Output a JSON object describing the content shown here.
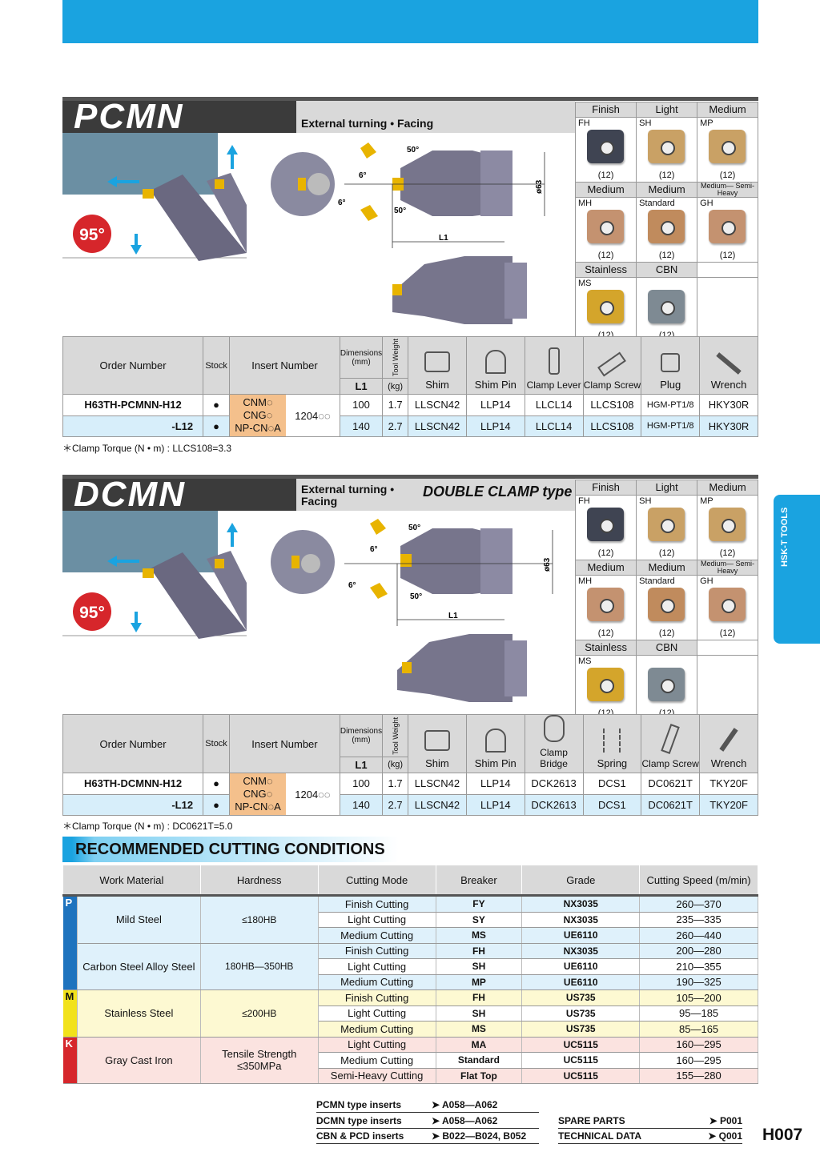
{
  "side_tab": "HSK-T TOOLS",
  "inserts": {
    "headers1": [
      "Finish",
      "Light",
      "Medium"
    ],
    "row1": [
      {
        "code": "FH",
        "qty": "(12)",
        "color": "#3f4452"
      },
      {
        "code": "SH",
        "qty": "(12)",
        "color": "#c9a165"
      },
      {
        "code": "MP",
        "qty": "(12)",
        "color": "#c9a165"
      }
    ],
    "headers2": [
      "Medium",
      "Medium",
      "Medium— Semi-Heavy"
    ],
    "row2": [
      {
        "code": "MH",
        "qty": "(12)",
        "color": "#c49270"
      },
      {
        "code": "Standard",
        "qty": "(12)",
        "color": "#c08b5d"
      },
      {
        "code": "GH",
        "qty": "(12)",
        "color": "#c49270"
      }
    ],
    "headers3": [
      "Stainless",
      "CBN",
      ""
    ],
    "row3": [
      {
        "code": "MS",
        "qty": "(12)",
        "color": "#d4a52b"
      },
      {
        "code": "",
        "qty": "(12)",
        "color": "#7e8a93"
      },
      {
        "code": "",
        "qty": "",
        "color": ""
      }
    ]
  },
  "pcmn": {
    "code": "PCMN",
    "desc": "External turning • Facing",
    "angle": "95°",
    "dims": {
      "a1": "50°",
      "a2": "6°",
      "a3": "6°",
      "a4": "50°",
      "dia": "ø63",
      "len": "L1"
    },
    "headers": {
      "order": "Order Number",
      "stock": "Stock",
      "insert": "Insert Number",
      "dim": "Dimensions (mm)",
      "weight": "Tool Weight",
      "l1": "L1",
      "kg": "(kg)",
      "parts": [
        "Shim",
        "Shim Pin",
        "Clamp Lever",
        "Clamp Screw",
        "Plug",
        "Wrench"
      ]
    },
    "rows": [
      {
        "order": "H63TH-PCMNN-H12",
        "stock": "●",
        "l1": "100",
        "kg": "1.7",
        "parts": [
          "LLSCN42",
          "LLP14",
          "LLCL14",
          "LLCS108",
          "HGM-PT1/8",
          "HKY30R"
        ]
      },
      {
        "order": "-L12",
        "stock": "●",
        "l1": "140",
        "kg": "2.7",
        "parts": [
          "LLSCN42",
          "LLP14",
          "LLCL14",
          "LLCS108",
          "HGM-PT1/8",
          "HKY30R"
        ]
      }
    ],
    "insert_names": [
      "CNM◌",
      "CNG◌",
      "NP-CN◌A"
    ],
    "insert_size": "1204◌◌",
    "note": "＊Clamp Torque (N • m) : LLCS108=3.3"
  },
  "dcmn": {
    "code": "DCMN",
    "desc": "External turning • Facing",
    "type": "DOUBLE CLAMP type",
    "angle": "95°",
    "dims": {
      "a1": "50°",
      "a2": "6°",
      "a3": "6°",
      "a4": "50°",
      "dia": "ø63",
      "len": "L1"
    },
    "headers": {
      "order": "Order Number",
      "stock": "Stock",
      "insert": "Insert Number",
      "dim": "Dimensions (mm)",
      "weight": "Tool Weight",
      "l1": "L1",
      "kg": "(kg)",
      "parts": [
        "Shim",
        "Shim Pin",
        "Clamp Bridge",
        "Spring",
        "Clamp Screw",
        "Wrench"
      ]
    },
    "rows": [
      {
        "order": "H63TH-DCMNN-H12",
        "stock": "●",
        "l1": "100",
        "kg": "1.7",
        "parts": [
          "LLSCN42",
          "LLP14",
          "DCK2613",
          "DCS1",
          "DC0621T",
          "TKY20F"
        ]
      },
      {
        "order": "-L12",
        "stock": "●",
        "l1": "140",
        "kg": "2.7",
        "parts": [
          "LLSCN42",
          "LLP14",
          "DCK2613",
          "DCS1",
          "DC0621T",
          "TKY20F"
        ]
      }
    ],
    "insert_names": [
      "CNM◌",
      "CNG◌",
      "NP-CN◌A"
    ],
    "insert_size": "1204◌◌",
    "note": "＊Clamp Torque (N • m) : DC0621T=5.0"
  },
  "conditions": {
    "title": "RECOMMENDED CUTTING CONDITIONS",
    "headers": [
      "Work Material",
      "Hardness",
      "Cutting Mode",
      "Breaker",
      "Grade",
      "Cutting Speed (m/min)"
    ],
    "groups": [
      {
        "iso": "P",
        "color": "#1e73be",
        "bg": "#dff1fb",
        "materials": [
          {
            "name": "Mild Steel",
            "hardness": "≤180HB",
            "rows": [
              [
                "Finish Cutting",
                "FY",
                "NX3035",
                "260—370"
              ],
              [
                "Light Cutting",
                "SY",
                "NX3035",
                "235—335"
              ],
              [
                "Medium Cutting",
                "MS",
                "UE6110",
                "260—440"
              ]
            ]
          },
          {
            "name": "Carbon Steel Alloy Steel",
            "hardness": "180HB—350HB",
            "rows": [
              [
                "Finish Cutting",
                "FH",
                "NX3035",
                "200—280"
              ],
              [
                "Light Cutting",
                "SH",
                "UE6110",
                "210—355"
              ],
              [
                "Medium Cutting",
                "MP",
                "UE6110",
                "190—325"
              ]
            ]
          }
        ]
      },
      {
        "iso": "M",
        "color": "#f2e21b",
        "bg": "#fdf9d2",
        "materials": [
          {
            "name": "Stainless Steel",
            "hardness": "≤200HB",
            "rows": [
              [
                "Finish Cutting",
                "FH",
                "US735",
                "105—200"
              ],
              [
                "Light Cutting",
                "SH",
                "US735",
                "95—185"
              ],
              [
                "Medium Cutting",
                "MS",
                "US735",
                "85—165"
              ]
            ]
          }
        ]
      },
      {
        "iso": "K",
        "color": "#d6262b",
        "bg": "#fbe3e0",
        "materials": [
          {
            "name": "Gray Cast Iron",
            "hardness": "Tensile Strength ≤350MPa",
            "rows": [
              [
                "Light Cutting",
                "MA",
                "UC5115",
                "160—295"
              ],
              [
                "Medium Cutting",
                "Standard",
                "UC5115",
                "160—295"
              ],
              [
                "Semi-Heavy Cutting",
                "Flat Top",
                "UC5115",
                "155—280"
              ]
            ]
          }
        ]
      }
    ]
  },
  "footer": {
    "left": [
      {
        "label": "PCMN type inserts",
        "ref": "➤ A058—A062"
      },
      {
        "label": "DCMN type inserts",
        "ref": "➤ A058—A062"
      },
      {
        "label": "CBN & PCD inserts",
        "ref": "➤ B022—B024, B052"
      }
    ],
    "right": [
      {
        "label": "SPARE PARTS",
        "ref": "➤ P001"
      },
      {
        "label": "TECHNICAL DATA",
        "ref": "➤ Q001"
      }
    ],
    "page": "H007"
  }
}
